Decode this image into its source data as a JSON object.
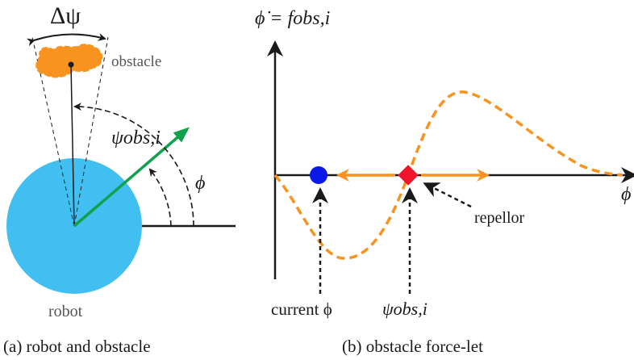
{
  "panel_a": {
    "caption": "(a) robot and obstacle",
    "delta_psi_label": "Δψ",
    "obstacle_label": "obstacle",
    "psi_obs_label": "ψobs,i",
    "phi_label": "ϕ",
    "robot_label": "robot"
  },
  "panel_b": {
    "caption": "(b) obstacle force-let",
    "y_axis_label": "ϕ̇ = fobs,i",
    "x_axis_label": "ϕ",
    "repellor_label": "repellor",
    "current_label": "current ϕ",
    "psi_label": "ψobs,i"
  },
  "colors": {
    "robot": "#41bff0",
    "obstacle": "#f7931e",
    "heading_arrow": "#0fa14b",
    "curve": "#f7931e",
    "current_marker": "#0a18e8",
    "repellor_marker": "#f0142d",
    "ink": "#1a1a1a"
  },
  "icons": {
    "current_marker": "blue-circle",
    "repellor_marker": "red-diamond"
  }
}
